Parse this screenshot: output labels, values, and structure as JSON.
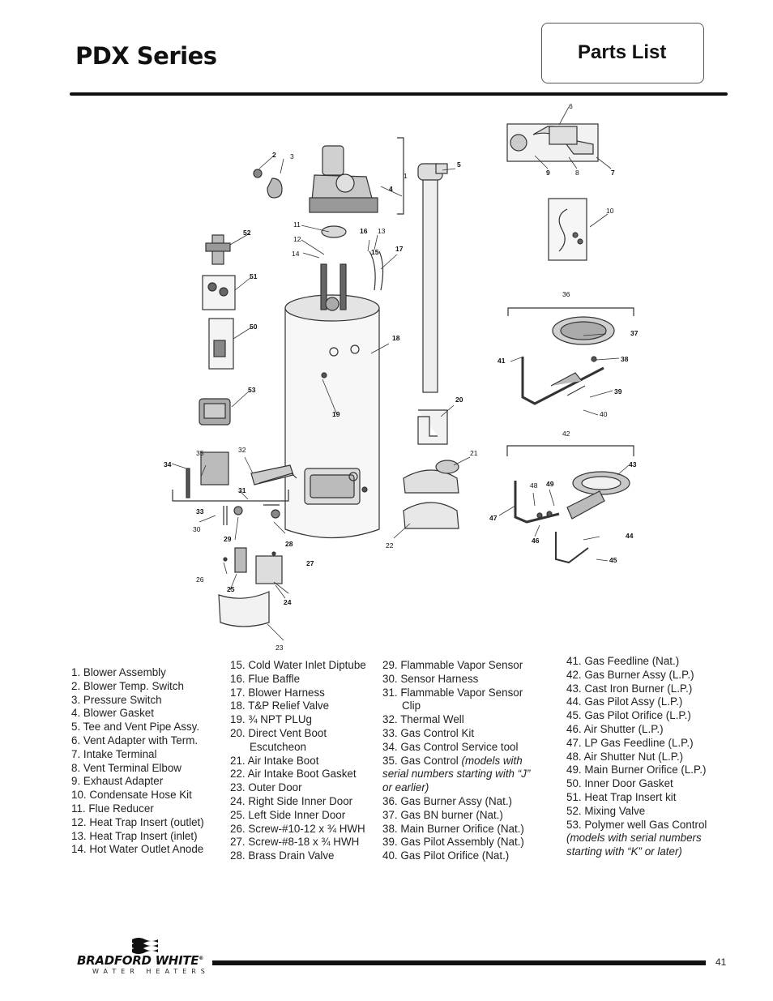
{
  "header": {
    "series_title": "PDX Series",
    "section_title": "Parts List"
  },
  "callouts": [
    "1",
    "2",
    "3",
    "4",
    "5",
    "6",
    "7",
    "8",
    "9",
    "10",
    "11",
    "12",
    "13",
    "14",
    "15",
    "16",
    "17",
    "18",
    "19",
    "20",
    "21",
    "22",
    "23",
    "24",
    "25",
    "26",
    "27",
    "28",
    "29",
    "30",
    "31",
    "32",
    "33",
    "34",
    "35",
    "36",
    "37",
    "38",
    "39",
    "40",
    "41",
    "42",
    "43",
    "44",
    "45",
    "46",
    "47",
    "48",
    "49",
    "50",
    "51",
    "52",
    "53"
  ],
  "parts": {
    "col1": [
      "1. Blower Assembly",
      "2. Blower Temp. Switch",
      "3. Pressure Switch",
      "4. Blower Gasket",
      "5. Tee and Vent Pipe Assy.",
      "6. Vent Adapter with Term.",
      "7. Intake Terminal",
      "8. Vent Terminal Elbow",
      "9. Exhaust Adapter",
      "10. Condensate Hose Kit",
      "11. Flue Reducer",
      "12. Heat Trap Insert (outlet)",
      "13. Heat Trap Insert (inlet)",
      "14. Hot Water Outlet Anode"
    ],
    "col2": [
      "15. Cold Water Inlet Diptube",
      "16. Flue Baffle",
      "17. Blower Harness",
      "18. T&P Relief Valve",
      "19. ¾ NPT PLUg",
      "20. Direct Vent Boot",
      "Escutcheon",
      "21. Air Intake Boot",
      "22. Air Intake Boot Gasket",
      "23. Outer Door",
      "24. Right Side Inner Door",
      "25. Left Side Inner Door",
      "26. Screw-#10-12 x ¾ HWH",
      "27. Screw-#8-18 x ¾ HWH",
      "28. Brass Drain Valve"
    ],
    "col3": [
      "29. Flammable Vapor Sensor",
      "30. Sensor Harness",
      "31. Flammable Vapor Sensor",
      "Clip",
      "32. Thermal Well",
      "33. Gas Control Kit",
      "34. Gas Control Service tool",
      "35. Gas Control",
      "(models with",
      "serial numbers starting with “J”",
      "or earlier)",
      "36. Gas Burner Assy  (Nat.)",
      "37. Gas BN burner  (Nat.)",
      "38. Main Burner Orifice (Nat.)",
      "39. Gas Pilot Assembly (Nat.)",
      "40. Gas Pilot Orifice (Nat.)"
    ],
    "col4": [
      "41. Gas Feedline (Nat.)",
      "42. Gas Burner Assy (L.P.)",
      "43. Cast Iron Burner (L.P.)",
      "44. Gas Pilot Assy (L.P.)",
      "45. Gas Pilot Orifice (L.P.)",
      "46. Air Shutter (L.P.)",
      "47. LP Gas Feedline (L.P.)",
      "48. Air Shutter Nut (L.P.)",
      "49. Main Burner Orifice (L.P.)",
      "50. Inner Door Gasket",
      "51. Heat Trap Insert kit",
      "52. Mixing Valve",
      "53. Polymer well Gas Control",
      "(models with serial numbers",
      "starting with “K” or later)"
    ]
  },
  "footer": {
    "brand": "BRADFORD WHITE",
    "registered": "®",
    "brand_sub": "WATER HEATERS",
    "page_number": "41"
  }
}
